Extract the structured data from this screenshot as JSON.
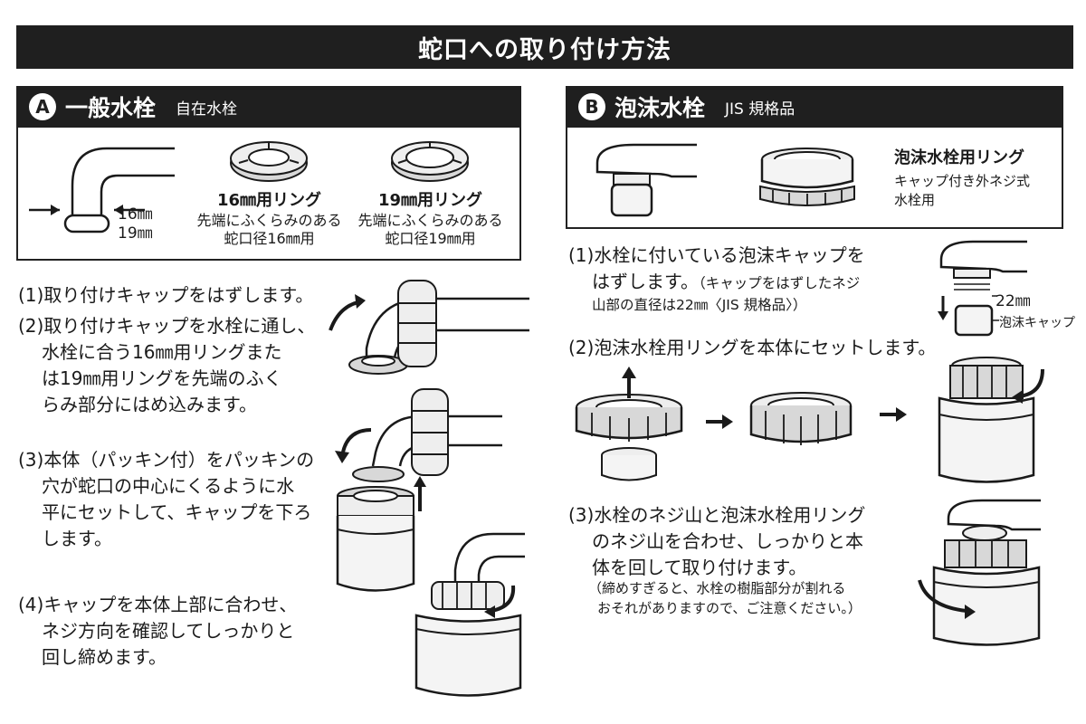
{
  "page_title": "蛇口への取り付け方法",
  "section_a": {
    "badge": "A",
    "title": "一般水栓",
    "subtitle": "自在水栓",
    "dim_16": "16㎜",
    "dim_19": "19㎜",
    "ring16": {
      "title": "16㎜用リング",
      "desc1": "先端にふくらみのある",
      "desc2": "蛇口径16㎜用"
    },
    "ring19": {
      "title": "19㎜用リング",
      "desc1": "先端にふくらみのある",
      "desc2": "蛇口径19㎜用"
    },
    "steps": [
      {
        "num": "(1)",
        "lines": [
          "取り付けキャップをはずします。"
        ]
      },
      {
        "num": "(2)",
        "lines": [
          "取り付けキャップを水栓に通し、",
          "水栓に合う16㎜用リングまた",
          "は19㎜用リングを先端のふく",
          "らみ部分にはめ込みます。"
        ]
      },
      {
        "num": "(3)",
        "lines": [
          "本体（パッキン付）をパッキンの",
          "穴が蛇口の中心にくるように水",
          "平にセットして、キャップを下ろ",
          "します。"
        ]
      },
      {
        "num": "(4)",
        "lines": [
          "キャップを本体上部に合わせ、",
          "ネジ方向を確認してしっかりと",
          "回し締めます。"
        ]
      }
    ]
  },
  "section_b": {
    "badge": "B",
    "title": "泡沫水栓",
    "subtitle": "JIS 規格品",
    "ring_title": "泡沫水栓用リング",
    "ring_desc1": "キャップ付き外ネジ式",
    "ring_desc2": "水栓用",
    "dim_22": "22㎜",
    "foam_cap_label": "泡沫キャップ",
    "steps": [
      {
        "num": "(1)",
        "lines": [
          "水栓に付いている泡沫キャップを",
          "はずします。"
        ],
        "sub": [
          "（キャップをはずしたネジ",
          "山部の直径は22㎜〈JIS 規格品〉）"
        ]
      },
      {
        "num": "(2)",
        "lines": [
          "泡沫水栓用リングを本体にセットします。"
        ]
      },
      {
        "num": "(3)",
        "lines": [
          "水栓のネジ山と泡沫水栓用リング",
          "のネジ山を合わせ、しっかりと本",
          "体を回して取り付けます。"
        ]
      }
    ],
    "note1": "（締めすぎると、水栓の樹脂部分が割れる",
    "note2": "おそれがありますので、ご注意ください。）"
  },
  "colors": {
    "header_bg": "#1f1f1f",
    "header_text": "#ffffff",
    "ink": "#1a1a1a",
    "shade": "#d8d8d8"
  }
}
